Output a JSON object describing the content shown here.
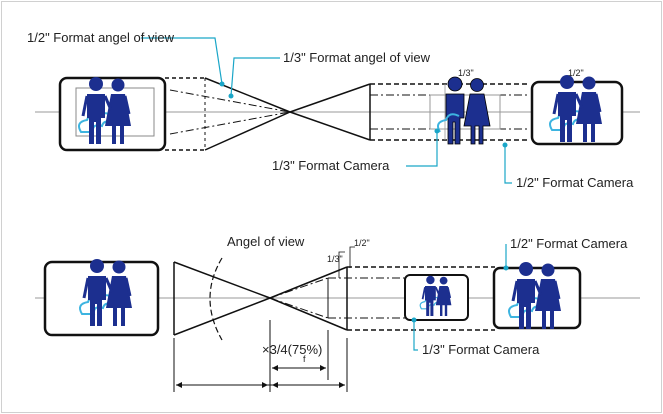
{
  "top_diagram": {
    "label_half_angle": "1/2\" Format angel of view",
    "label_third_angle": "1/3\" Format angel of view",
    "label_third_camera": "1/3\" Format Camera",
    "label_half_camera": "1/2\" Format  Camera",
    "tag_third": "1/3\"",
    "tag_half": "1/2\""
  },
  "bottom_diagram": {
    "label_angle": "Angel of view",
    "tag_third": "1/3\"",
    "tag_half": "1/2\"",
    "label_half_camera": "1/2\" Format Camera",
    "label_third_camera": "1/3\" Format Camera",
    "label_ratio": "×3/4(75%)",
    "label_f": "f"
  },
  "colors": {
    "accent": "#1aa6c8",
    "figure": "#1c2f8f",
    "cloud": "#3db4e0",
    "border": "#d0d0d0"
  },
  "icons": [
    "couple-figure-icon",
    "cloud-icon"
  ]
}
